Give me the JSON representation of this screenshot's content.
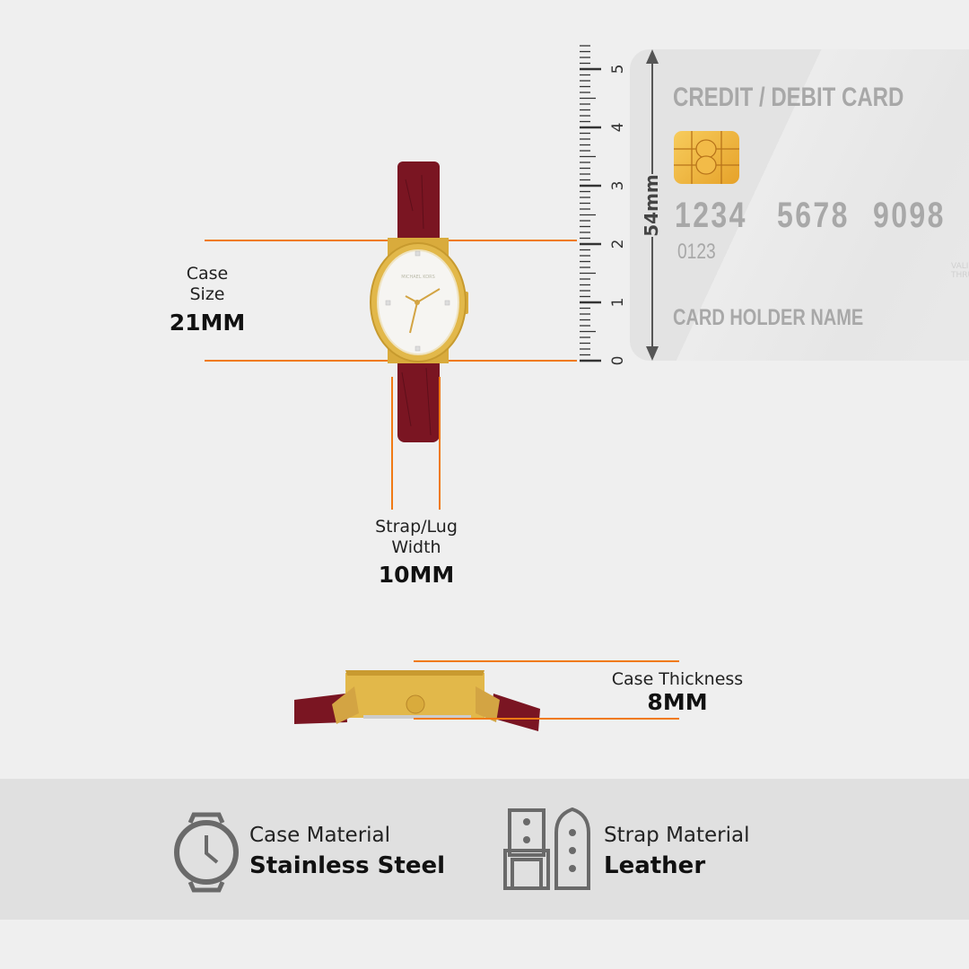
{
  "card": {
    "title": "CREDIT / DEBIT CARD",
    "number": [
      "1234",
      "5678",
      "9098"
    ],
    "small_number": "0123",
    "holder": "CARD HOLDER NAME",
    "valid": "VALID THRU",
    "height_label": "54mm"
  },
  "ruler": {
    "labels": [
      "0",
      "1",
      "2",
      "3",
      "4",
      "5"
    ],
    "unit": "cm"
  },
  "case_size": {
    "label1": "Case",
    "label2": "Size",
    "value": "21MM"
  },
  "strap_width": {
    "label1": "Strap/Lug",
    "label2": "Width",
    "value": "10MM"
  },
  "thickness": {
    "label": "Case Thickness",
    "value": "8MM"
  },
  "watch": {
    "brand": "MICHAEL KORS"
  },
  "materials": [
    {
      "label": "Case Material",
      "value": "Stainless Steel",
      "icon": "watch-icon"
    },
    {
      "label": "Strap Material",
      "value": "Leather",
      "icon": "strap-icon"
    }
  ],
  "colors": {
    "accent": "#f07a14",
    "strap": "#7a1522",
    "gold": "#e2b84a"
  }
}
